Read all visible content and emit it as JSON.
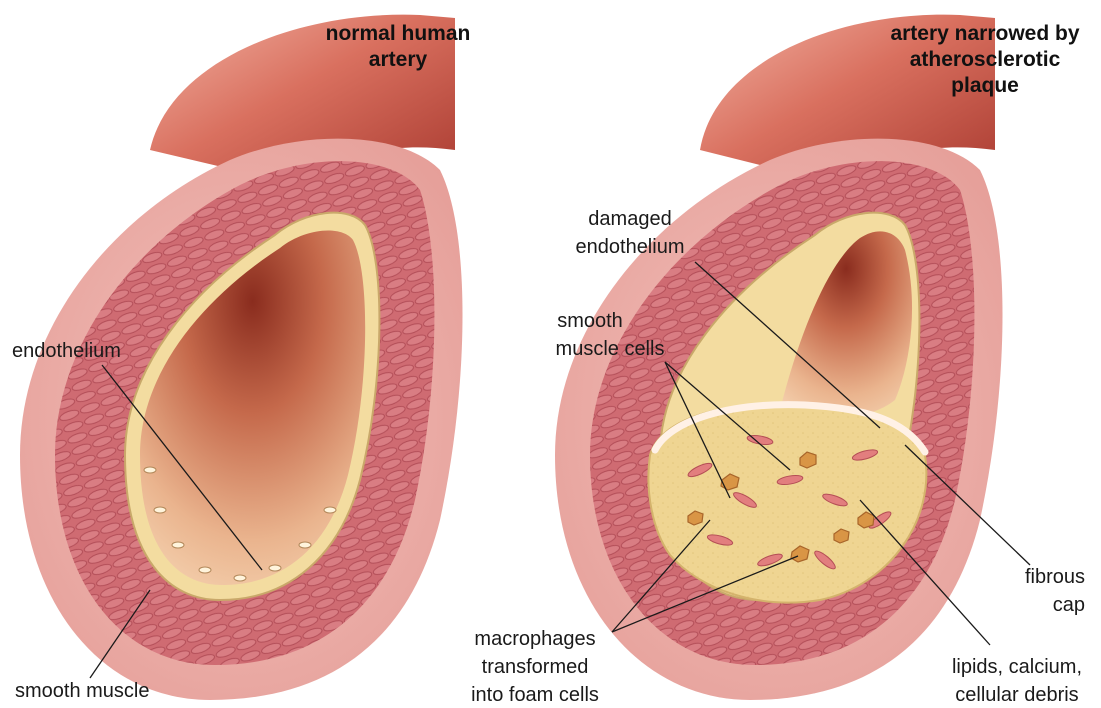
{
  "panels": [
    {
      "id": "normal",
      "title": [
        "normal human",
        "artery"
      ],
      "labels": {
        "endothelium": [
          "endothelium"
        ],
        "smooth_muscle": [
          "smooth muscle"
        ]
      }
    },
    {
      "id": "narrowed",
      "title": [
        "artery narrowed by",
        "atherosclerotic",
        "plaque"
      ],
      "labels": {
        "damaged_endothelium": [
          "damaged",
          "endothelium"
        ],
        "smooth_muscle_cells": [
          "smooth",
          "muscle cells"
        ],
        "fibrous_cap": [
          "fibrous",
          "cap"
        ],
        "macrophages": [
          "macrophages",
          "transformed",
          "into foam cells"
        ],
        "lipids": [
          "lipids, calcium,",
          "cellular debris"
        ]
      }
    }
  ],
  "colors": {
    "artery_outer": "#d9705f",
    "artery_shadow": "#a8392f",
    "wall_pink": "#e9a4a0",
    "muscle_layer": "#cf6b72",
    "endothelium": "#f3dca0",
    "lumen": "#e0a27d",
    "lumen_dark": "#8a2c1e",
    "plaque": "#efd592",
    "foam_cell": "#d99545"
  }
}
